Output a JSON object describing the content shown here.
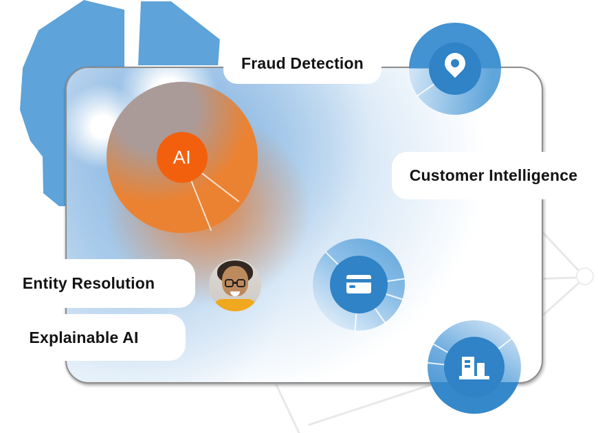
{
  "graphic": {
    "labels": {
      "fraud_detection": "Fraud Detection",
      "customer_intelligence": "Customer Intelligence",
      "entity_resolution": "Entity Resolution",
      "explainable_ai": "Explainable AI"
    },
    "ai_badge_text": "AI",
    "colors": {
      "accent_orange": "#F2600D",
      "brain_blue": "#5EA3D9",
      "node_blue_dark": "#2F83C6",
      "node_blue_light": "#61A6DB",
      "label_text": "#131313",
      "card_border": "#8D8D8D"
    },
    "icons": {
      "top_right_node": "location-pin-icon",
      "center_node": "credit-card-icon",
      "bottom_right_node": "building-icon",
      "person": "avatar-photo"
    }
  }
}
